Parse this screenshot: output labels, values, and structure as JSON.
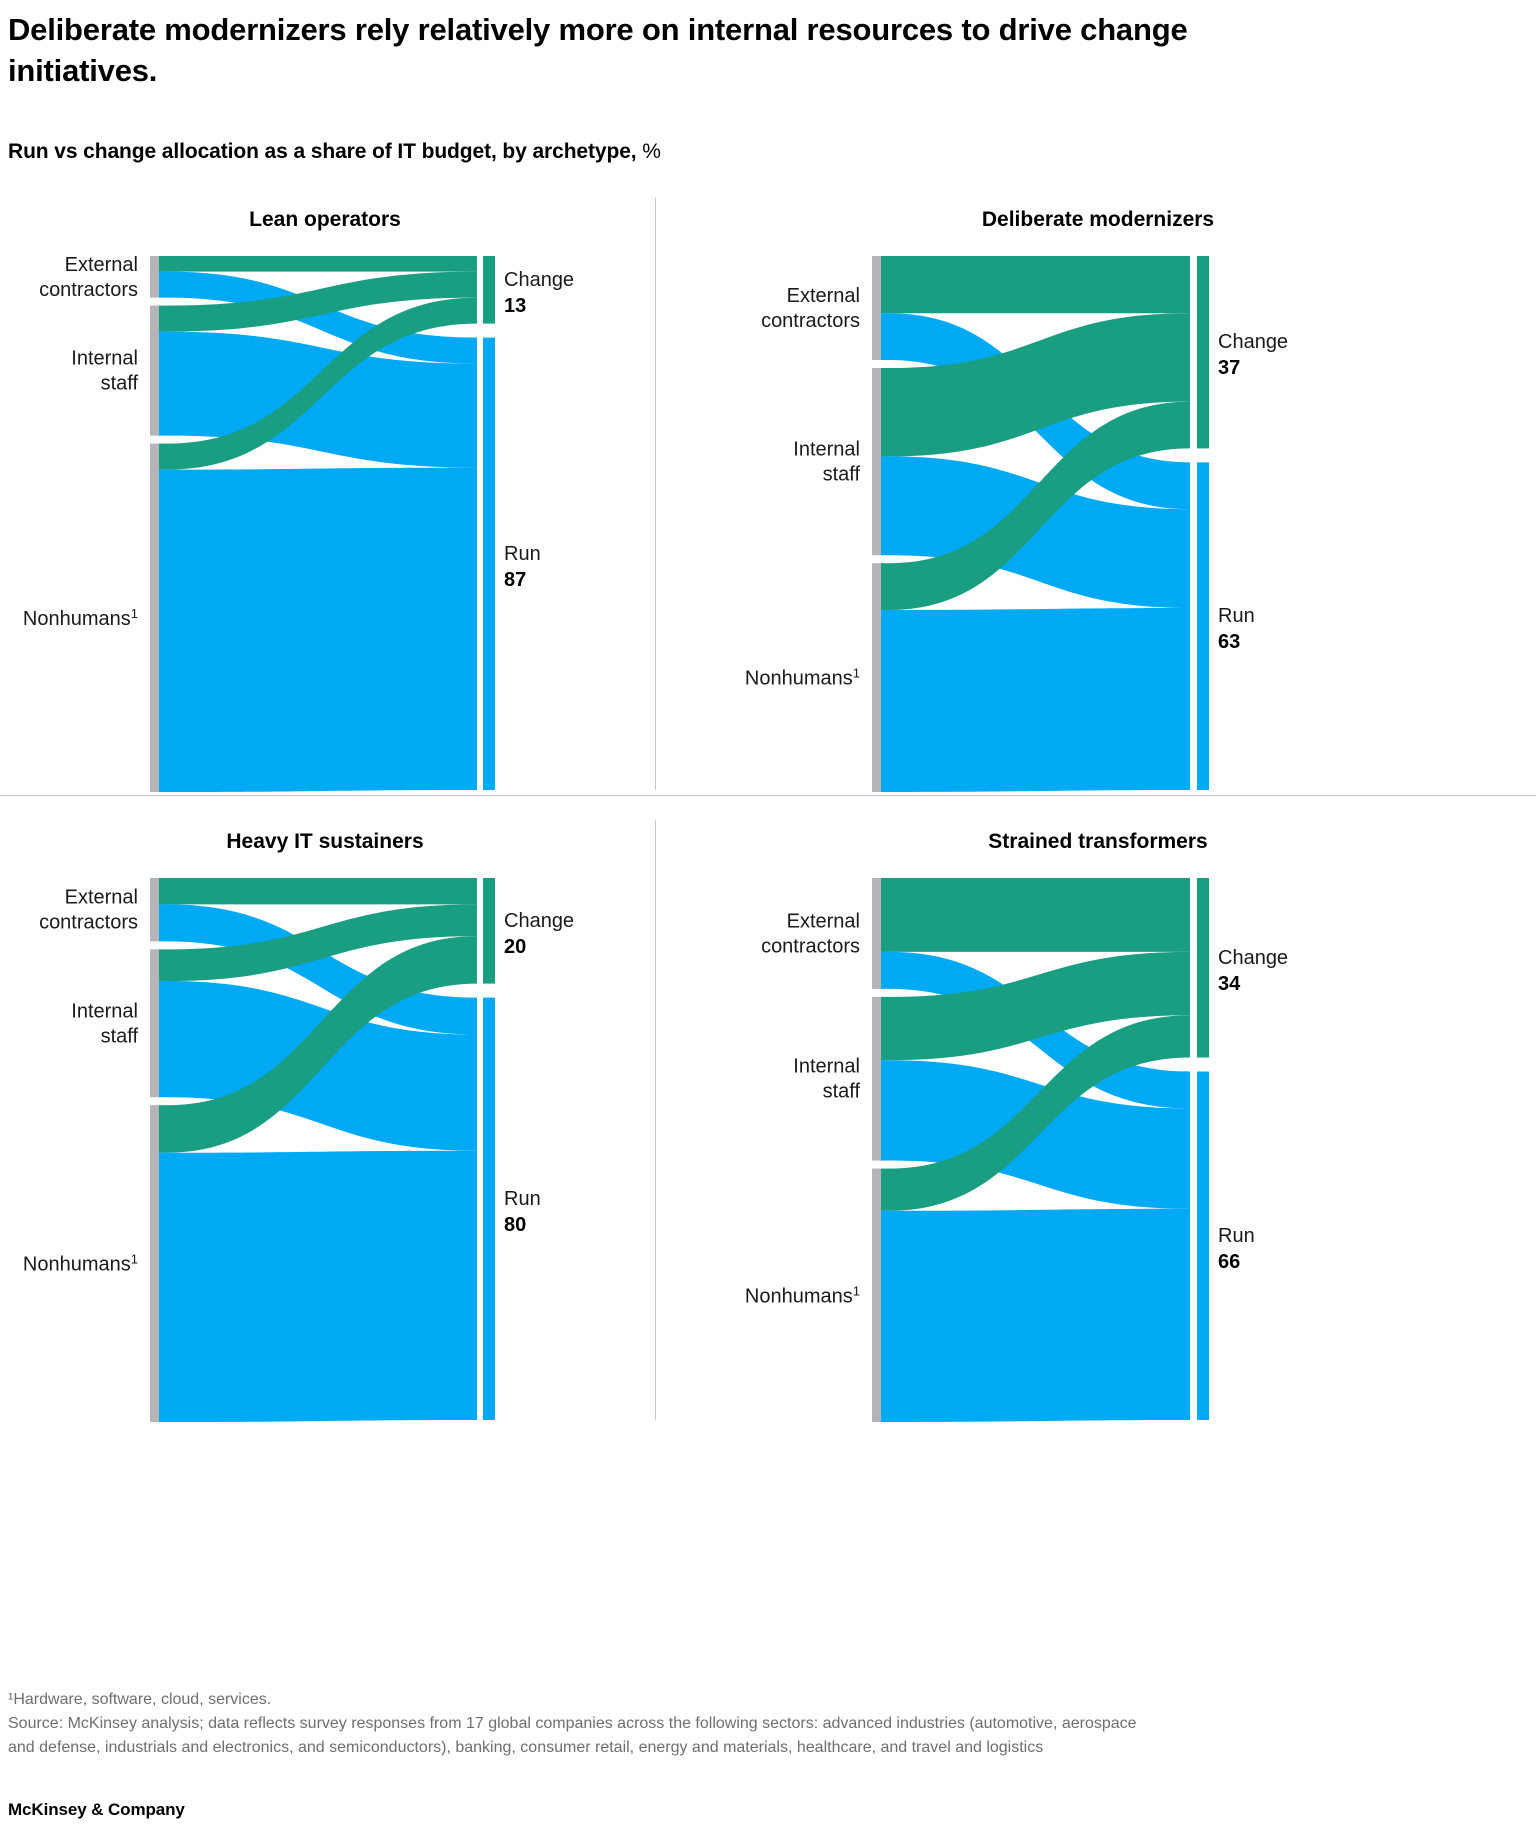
{
  "headline": "Deliberate modernizers rely relatively more on internal resources to drive change initiatives.",
  "subtitle_main": "Run vs change allocation as a share of IT budget, by archetype, ",
  "subtitle_unit": "%",
  "colors": {
    "change_teal": "#1a9e82",
    "run_blue": "#00a9f4",
    "overlap": "#0c6e8c",
    "node_gray": "#b4b4b9",
    "divider": "#c8c8c8",
    "text": "#1a1a1a",
    "footnote": "#6e6e6e"
  },
  "source_labels": {
    "external": "External\ncontractors",
    "internal": "Internal\nstaff",
    "nonhumans": "Nonhumans"
  },
  "target_labels": {
    "change": "Change",
    "run": "Run"
  },
  "footnotes": {
    "line1": "¹Hardware, software, cloud, services.",
    "line2": "Source: McKinsey analysis; data reflects survey responses from 17 global companies across the following sectors: advanced industries (automotive, aerospace",
    "line3": "and defense, industrials and electronics, and semiconductors), banking, consumer retail, energy and materials, healthcare, and travel and logistics"
  },
  "brand": "McKinsey & Company",
  "chart_data": {
    "type": "sankey",
    "title": "Deliberate modernizers rely relatively more on internal resources to drive change initiatives.",
    "subtitle": "Run vs change allocation as a share of IT budget, by archetype, %",
    "unit": "%",
    "sources": [
      "External contractors",
      "Internal staff",
      "Nonhumans"
    ],
    "targets": [
      "Change",
      "Run"
    ],
    "legend": [
      {
        "name": "Change",
        "color": "#1a9e82"
      },
      {
        "name": "Run",
        "color": "#00a9f4"
      }
    ],
    "panels": [
      {
        "name": "Lean operators",
        "totals": {
          "Change": 13,
          "Run": 87
        },
        "source_totals": {
          "External contractors": 8,
          "Internal staff": 25,
          "Nonhumans": 67
        },
        "links": [
          {
            "source": "External contractors",
            "target": "Change",
            "value": 3
          },
          {
            "source": "External contractors",
            "target": "Run",
            "value": 5
          },
          {
            "source": "Internal staff",
            "target": "Change",
            "value": 5
          },
          {
            "source": "Internal staff",
            "target": "Run",
            "value": 20
          },
          {
            "source": "Nonhumans",
            "target": "Change",
            "value": 5
          },
          {
            "source": "Nonhumans",
            "target": "Run",
            "value": 62
          }
        ]
      },
      {
        "name": "Deliberate modernizers",
        "totals": {
          "Change": 37,
          "Run": 63
        },
        "source_totals": {
          "External contractors": 20,
          "Internal staff": 36,
          "Nonhumans": 44
        },
        "links": [
          {
            "source": "External contractors",
            "target": "Change",
            "value": 11
          },
          {
            "source": "External contractors",
            "target": "Run",
            "value": 9
          },
          {
            "source": "Internal staff",
            "target": "Change",
            "value": 17
          },
          {
            "source": "Internal staff",
            "target": "Run",
            "value": 19
          },
          {
            "source": "Nonhumans",
            "target": "Change",
            "value": 9
          },
          {
            "source": "Nonhumans",
            "target": "Run",
            "value": 35
          }
        ]
      },
      {
        "name": "Heavy IT sustainers",
        "totals": {
          "Change": 20,
          "Run": 80
        },
        "source_totals": {
          "External contractors": 12,
          "Internal staff": 28,
          "Nonhumans": 60
        },
        "links": [
          {
            "source": "External contractors",
            "target": "Change",
            "value": 5
          },
          {
            "source": "External contractors",
            "target": "Run",
            "value": 7
          },
          {
            "source": "Internal staff",
            "target": "Change",
            "value": 6
          },
          {
            "source": "Internal staff",
            "target": "Run",
            "value": 22
          },
          {
            "source": "Nonhumans",
            "target": "Change",
            "value": 9
          },
          {
            "source": "Nonhumans",
            "target": "Run",
            "value": 51
          }
        ]
      },
      {
        "name": "Strained transformers",
        "totals": {
          "Change": 34,
          "Run": 66
        },
        "source_totals": {
          "External contractors": 21,
          "Internal staff": 31,
          "Nonhumans": 48
        },
        "links": [
          {
            "source": "External contractors",
            "target": "Change",
            "value": 14
          },
          {
            "source": "External contractors",
            "target": "Run",
            "value": 7
          },
          {
            "source": "Internal staff",
            "target": "Change",
            "value": 12
          },
          {
            "source": "Internal staff",
            "target": "Run",
            "value": 19
          },
          {
            "source": "Nonhumans",
            "target": "Change",
            "value": 8
          },
          {
            "source": "Nonhumans",
            "target": "Run",
            "value": 40
          }
        ]
      }
    ]
  }
}
